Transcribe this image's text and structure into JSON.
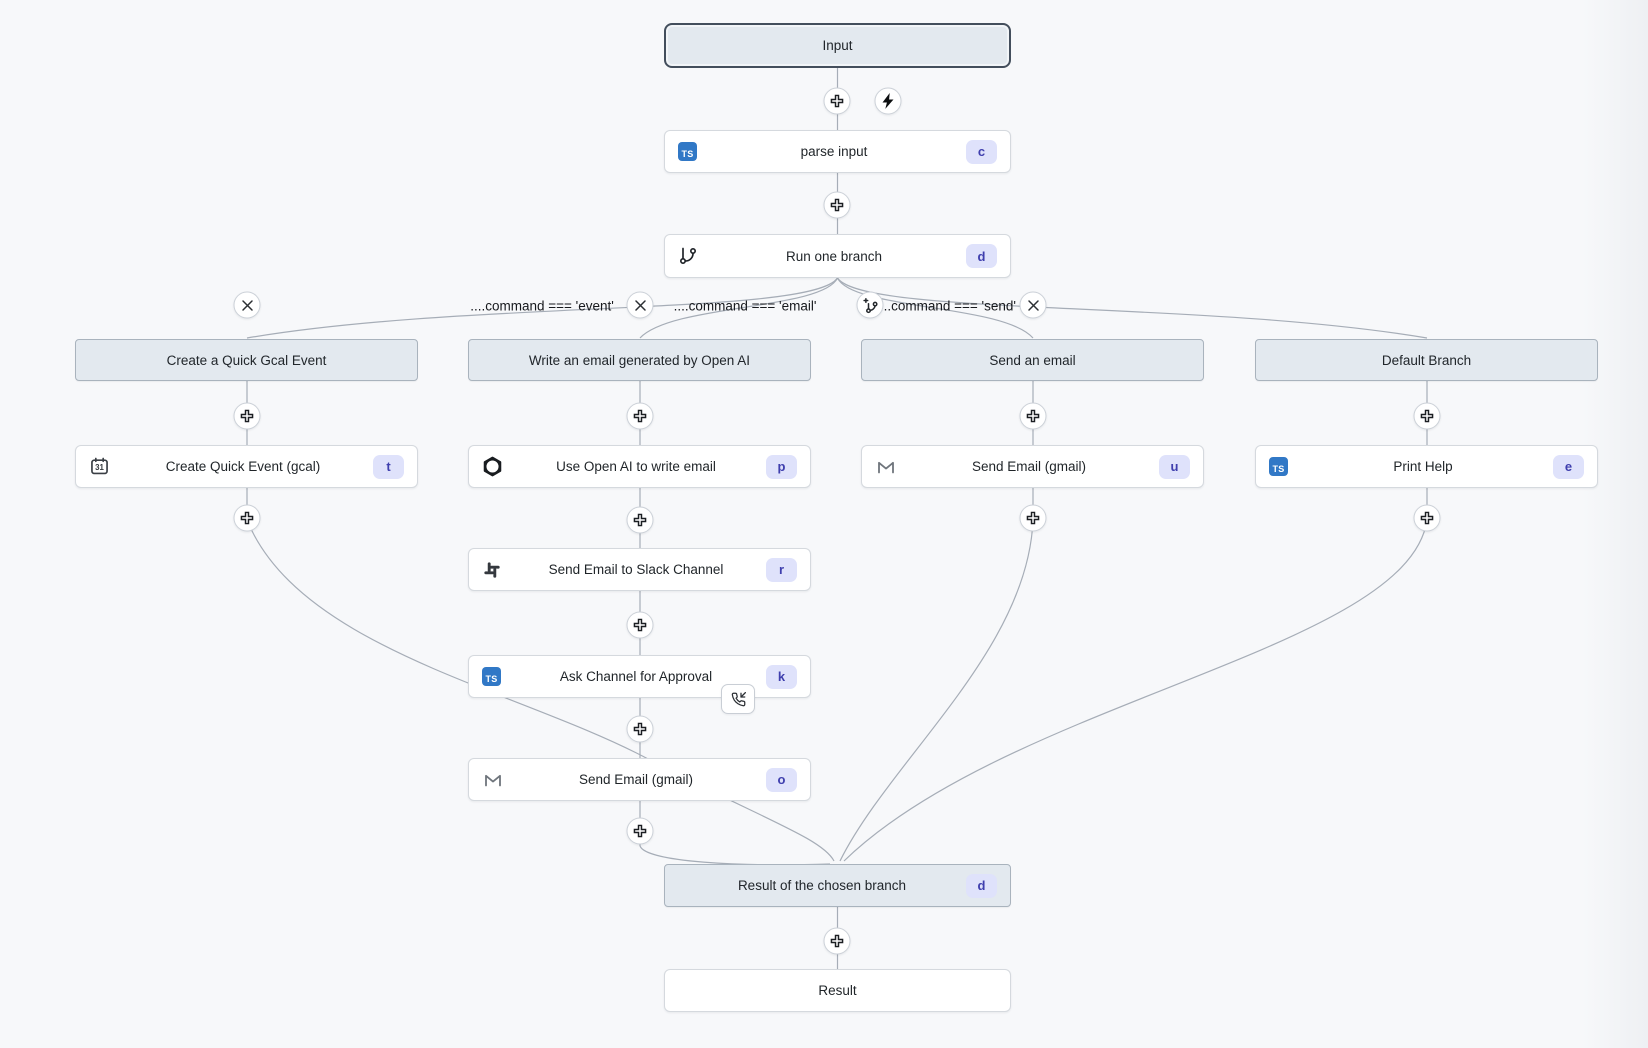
{
  "colors": {
    "ts_blue": "#3178c6",
    "badge_bg": "#dfe2fb",
    "badge_text": "#3f3fae",
    "virtual_bg": "#e3e9ef",
    "edge_line": "#a6adb7",
    "canvas_bg": "#f7f8fa"
  },
  "icons": {
    "ts_label": "TS",
    "gcal_day": "31"
  },
  "flow": {
    "input": {
      "label": "Input"
    },
    "parse": {
      "label": "parse input",
      "badge": "c"
    },
    "branch_step": {
      "label": "Run one branch",
      "badge": "d"
    },
    "conditions": [
      {
        "expr": "....command === 'event'"
      },
      {
        "expr": "....command === 'email'"
      },
      {
        "expr": "....command === 'send'"
      }
    ],
    "branches": [
      {
        "title": "Create a Quick Gcal Event",
        "nodes": [
          {
            "label": "Create Quick Event (gcal)",
            "badge": "t"
          }
        ]
      },
      {
        "title": "Write an email generated by Open AI",
        "nodes": [
          {
            "label": "Use Open AI to write email",
            "badge": "p"
          },
          {
            "label": "Send Email to Slack Channel",
            "badge": "r"
          },
          {
            "label": "Ask Channel for Approval",
            "badge": "k"
          },
          {
            "label": "Send Email (gmail)",
            "badge": "o"
          }
        ]
      },
      {
        "title": "Send an email",
        "nodes": [
          {
            "label": "Send Email (gmail)",
            "badge": "u"
          }
        ]
      },
      {
        "title": "Default Branch",
        "nodes": [
          {
            "label": "Print Help",
            "badge": "e"
          }
        ]
      }
    ],
    "result_of_branch": {
      "label": "Result of the chosen branch",
      "badge": "d"
    },
    "result": {
      "label": "Result"
    }
  }
}
